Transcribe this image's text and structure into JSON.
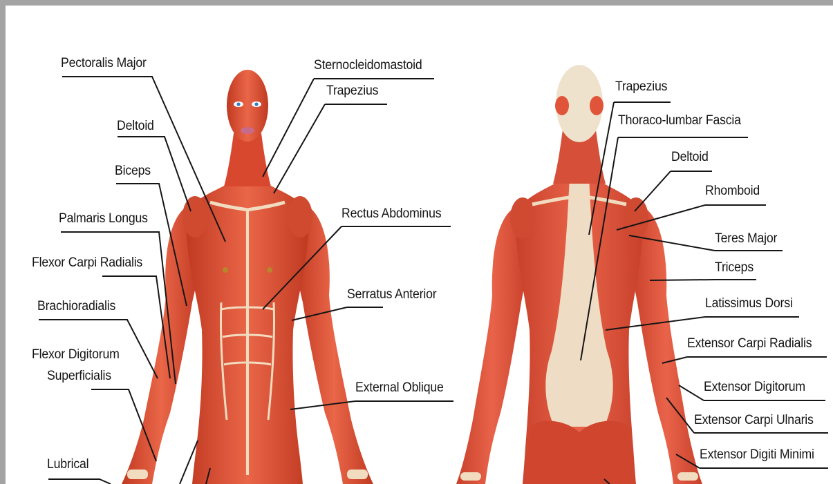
{
  "diagram": {
    "front_labels": {
      "pectoralis_major": "Pectoralis Major",
      "deltoid": "Deltoid",
      "biceps": "Biceps",
      "palmaris_longus": "Palmaris Longus",
      "flexor_carpi_radialis": "Flexor Carpi Radialis",
      "brachioradialis": "Brachioradialis",
      "flexor_digitorum_1": "Flexor Digitorum",
      "flexor_digitorum_2": "Superficialis",
      "lubrical": "Lubrical",
      "sternocleidomastoid": "Sternocleidomastoid",
      "trapezius": "Trapezius",
      "rectus_abdominus": "Rectus Abdominus",
      "serratus_anterior": "Serratus Anterior",
      "external_oblique": "External Oblique"
    },
    "back_labels": {
      "trapezius": "Trapezius",
      "thoraco_lumbar_fascia": "Thoraco-lumbar Fascia",
      "deltoid": "Deltoid",
      "rhomboid": "Rhomboid",
      "teres_major": "Teres Major",
      "triceps": "Triceps",
      "latissimus_dorsi": "Latissimus Dorsi",
      "extensor_carpi_radialis": "Extensor Carpi Radialis",
      "extensor_digitorum": "Extensor Digitorum",
      "extensor_carpi_ulnaris": "Extensor Carpi Ulnaris",
      "extensor_digiti_minimi": "Extensor Digiti Minimi"
    },
    "colors": {
      "muscle": "#e0543a",
      "muscle_dark": "#b8321f",
      "tendon": "#f1dcc0",
      "frame": "#a4a4a4",
      "leader_line": "#151515"
    }
  }
}
